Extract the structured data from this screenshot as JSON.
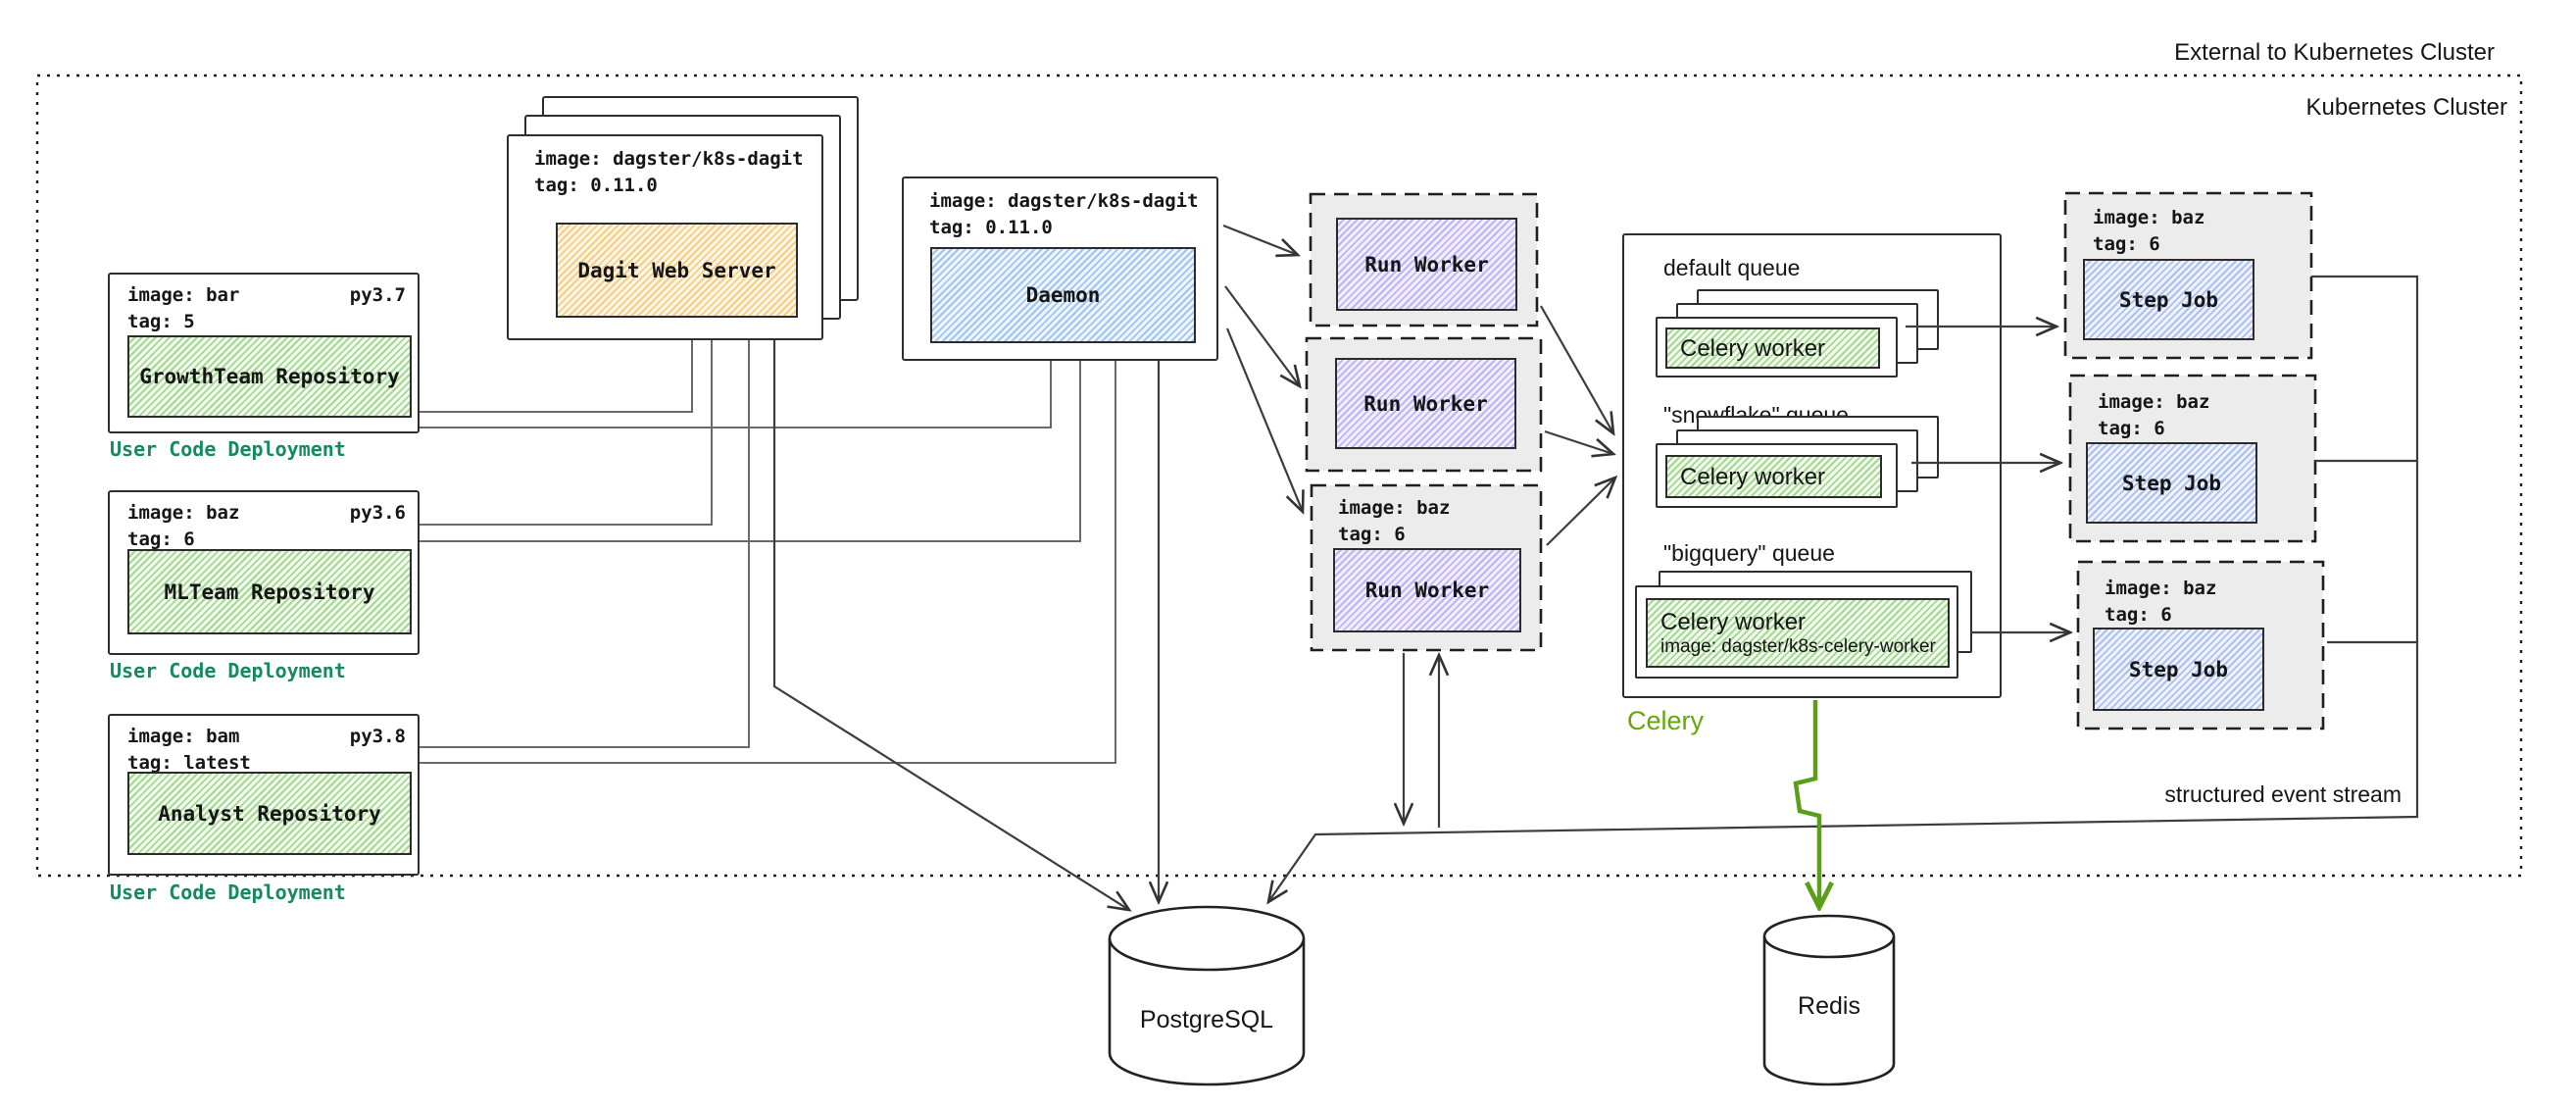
{
  "cluster_labels": {
    "external": "External to Kubernetes Cluster",
    "inner": "Kubernetes Cluster"
  },
  "user_code_deployments": [
    {
      "image": "image: bar",
      "tag": "tag: 5",
      "py": "py3.7",
      "name": "GrowthTeam Repository",
      "caption": "User Code Deployment"
    },
    {
      "image": "image: baz",
      "tag": "tag: 6",
      "py": "py3.6",
      "name": "MLTeam Repository",
      "caption": "User Code Deployment"
    },
    {
      "image": "image: bam",
      "tag": "tag: latest",
      "py": "py3.8",
      "name": "Analyst Repository",
      "caption": "User Code Deployment"
    }
  ],
  "dagit": {
    "image": "image: dagster/k8s-dagit",
    "tag": "tag: 0.11.0",
    "name": "Dagit Web Server"
  },
  "daemon": {
    "image": "image: dagster/k8s-dagit",
    "tag": "tag: 0.11.0",
    "name": "Daemon"
  },
  "run_workers": [
    {
      "name": "Run Worker"
    },
    {
      "name": "Run Worker"
    },
    {
      "image": "image: baz",
      "tag": "tag: 6",
      "name": "Run Worker"
    }
  ],
  "celery": {
    "caption": "Celery",
    "queues": [
      {
        "label": "default queue",
        "worker": "Celery worker"
      },
      {
        "label": "\"snowflake\" queue",
        "worker": "Celery worker"
      },
      {
        "label": "\"bigquery\" queue",
        "worker": "Celery worker",
        "worker_image": "image: dagster/k8s-celery-worker"
      }
    ]
  },
  "step_jobs": [
    {
      "image": "image: baz",
      "tag": "tag: 6",
      "name": "Step Job"
    },
    {
      "image": "image: baz",
      "tag": "tag: 6",
      "name": "Step Job"
    },
    {
      "image": "image: baz",
      "tag": "tag: 6",
      "name": "Step Job"
    }
  ],
  "databases": {
    "postgres": "PostgreSQL",
    "redis": "Redis"
  },
  "annotations": {
    "event_stream": "structured event stream"
  },
  "colors": {
    "user_code_caption": "#168a5f",
    "celery_caption": "#64a70b",
    "celery_arrow": "#5a9e1c",
    "green_hatch": "#76c35e",
    "orange_hatch": "#f2b242",
    "blue_hatch": "#609ee8",
    "purple_hatch": "#8e7aee",
    "stepjob_hatch": "#6c8de0"
  }
}
